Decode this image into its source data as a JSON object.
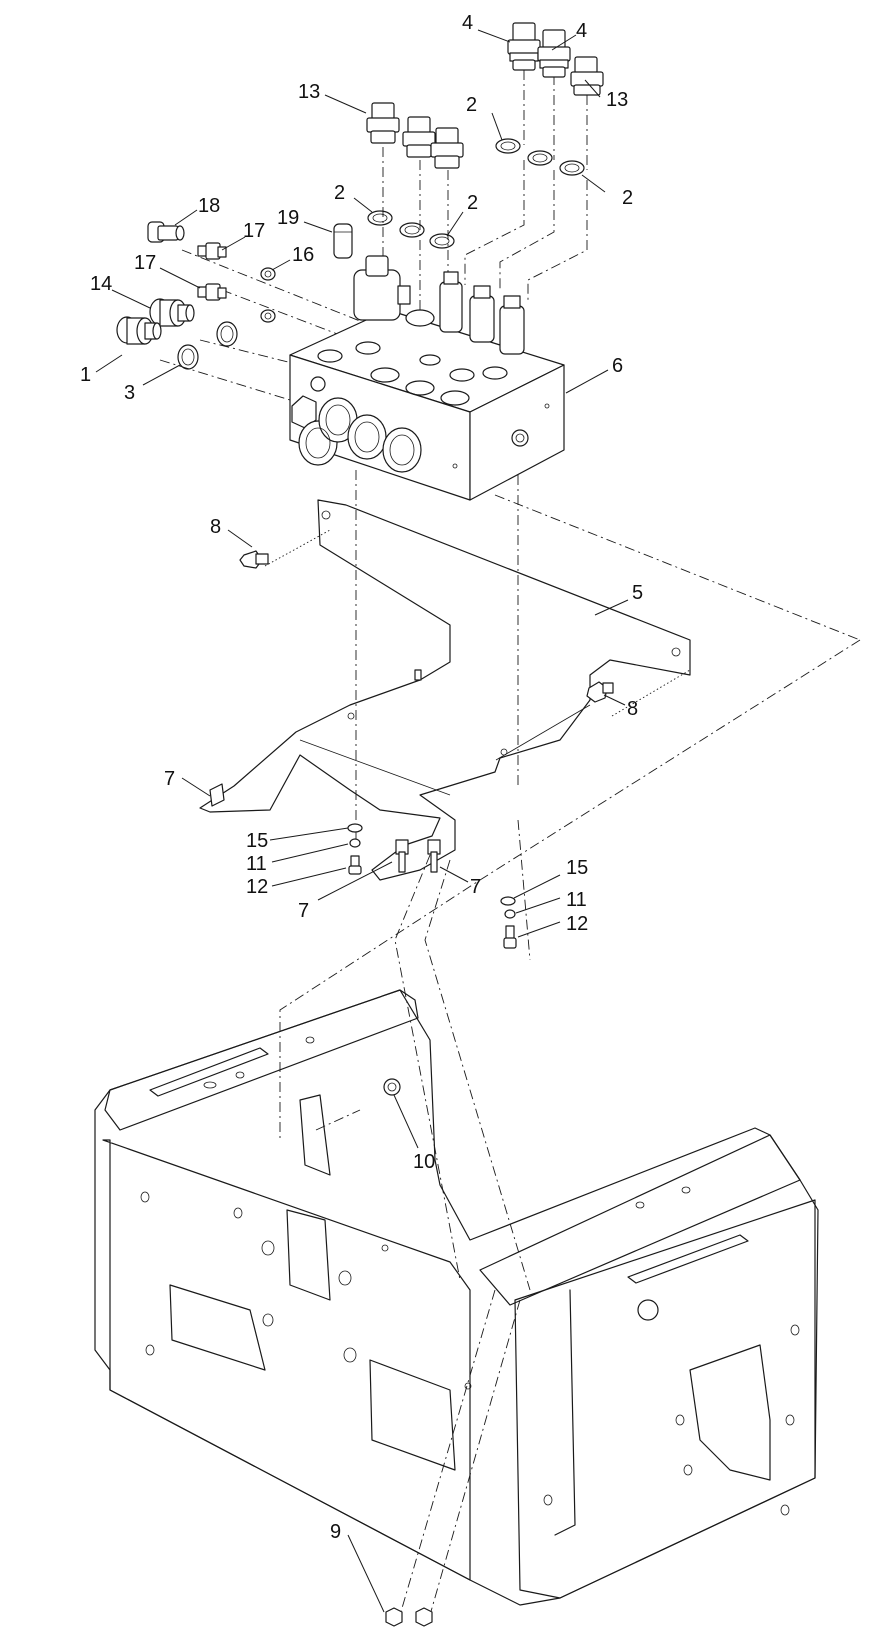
{
  "diagram": {
    "callouts": [
      {
        "label": "1"
      },
      {
        "label": "2"
      },
      {
        "label": "2"
      },
      {
        "label": "2"
      },
      {
        "label": "2"
      },
      {
        "label": "3"
      },
      {
        "label": "4"
      },
      {
        "label": "4"
      },
      {
        "label": "5"
      },
      {
        "label": "6"
      },
      {
        "label": "7"
      },
      {
        "label": "7"
      },
      {
        "label": "7"
      },
      {
        "label": "8"
      },
      {
        "label": "8"
      },
      {
        "label": "9"
      },
      {
        "label": "10"
      },
      {
        "label": "11"
      },
      {
        "label": "11"
      },
      {
        "label": "12"
      },
      {
        "label": "12"
      },
      {
        "label": "13"
      },
      {
        "label": "13"
      },
      {
        "label": "14"
      },
      {
        "label": "15"
      },
      {
        "label": "15"
      },
      {
        "label": "16"
      },
      {
        "label": "17"
      },
      {
        "label": "17"
      },
      {
        "label": "18"
      },
      {
        "label": "19"
      }
    ]
  }
}
